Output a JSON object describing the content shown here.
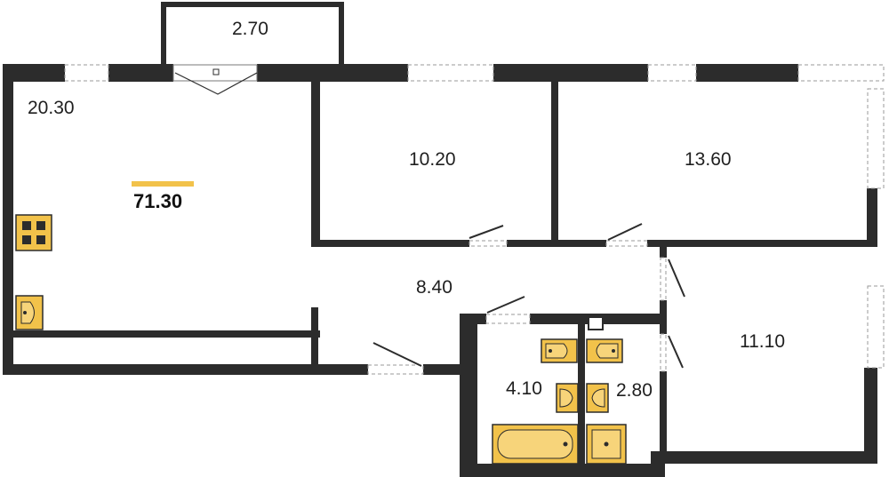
{
  "plan": {
    "total_area": "71.30",
    "accent_color": "#f2c24a",
    "wall_color": "#2c2c2c",
    "rooms": [
      {
        "id": "living-kitchen",
        "area": "20.30"
      },
      {
        "id": "balcony",
        "area": "2.70"
      },
      {
        "id": "bedroom-1",
        "area": "10.20"
      },
      {
        "id": "bedroom-2",
        "area": "13.60"
      },
      {
        "id": "hall",
        "area": "8.40"
      },
      {
        "id": "bedroom-3",
        "area": "11.10"
      },
      {
        "id": "bathroom",
        "area": "4.10"
      },
      {
        "id": "toilet",
        "area": "2.80"
      }
    ],
    "fixtures": [
      "stove-icon",
      "kitchen-sink-icon",
      "bathtub-icon",
      "washbasin-icon",
      "toilet-icon",
      "shower-tray-icon"
    ]
  }
}
